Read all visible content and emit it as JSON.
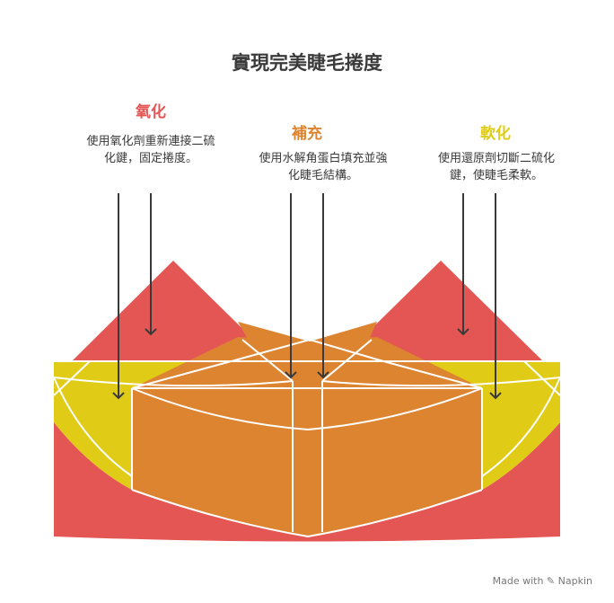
{
  "title": "實現完美睫毛捲度",
  "sections": [
    {
      "heading": "氧化",
      "description": "使用氧化劑重新連接二硫化鍵，固定捲度。",
      "color": "#e45653"
    },
    {
      "heading": "補充",
      "description": "使用水解角蛋白填充並強化睫毛結構。",
      "color": "#dd8431"
    },
    {
      "heading": "軟化",
      "description": "使用還原劑切斷二硫化鍵，使睫毛柔軟。",
      "color": "#e0cc16"
    }
  ],
  "footer": "Made with ✎ Napkin"
}
